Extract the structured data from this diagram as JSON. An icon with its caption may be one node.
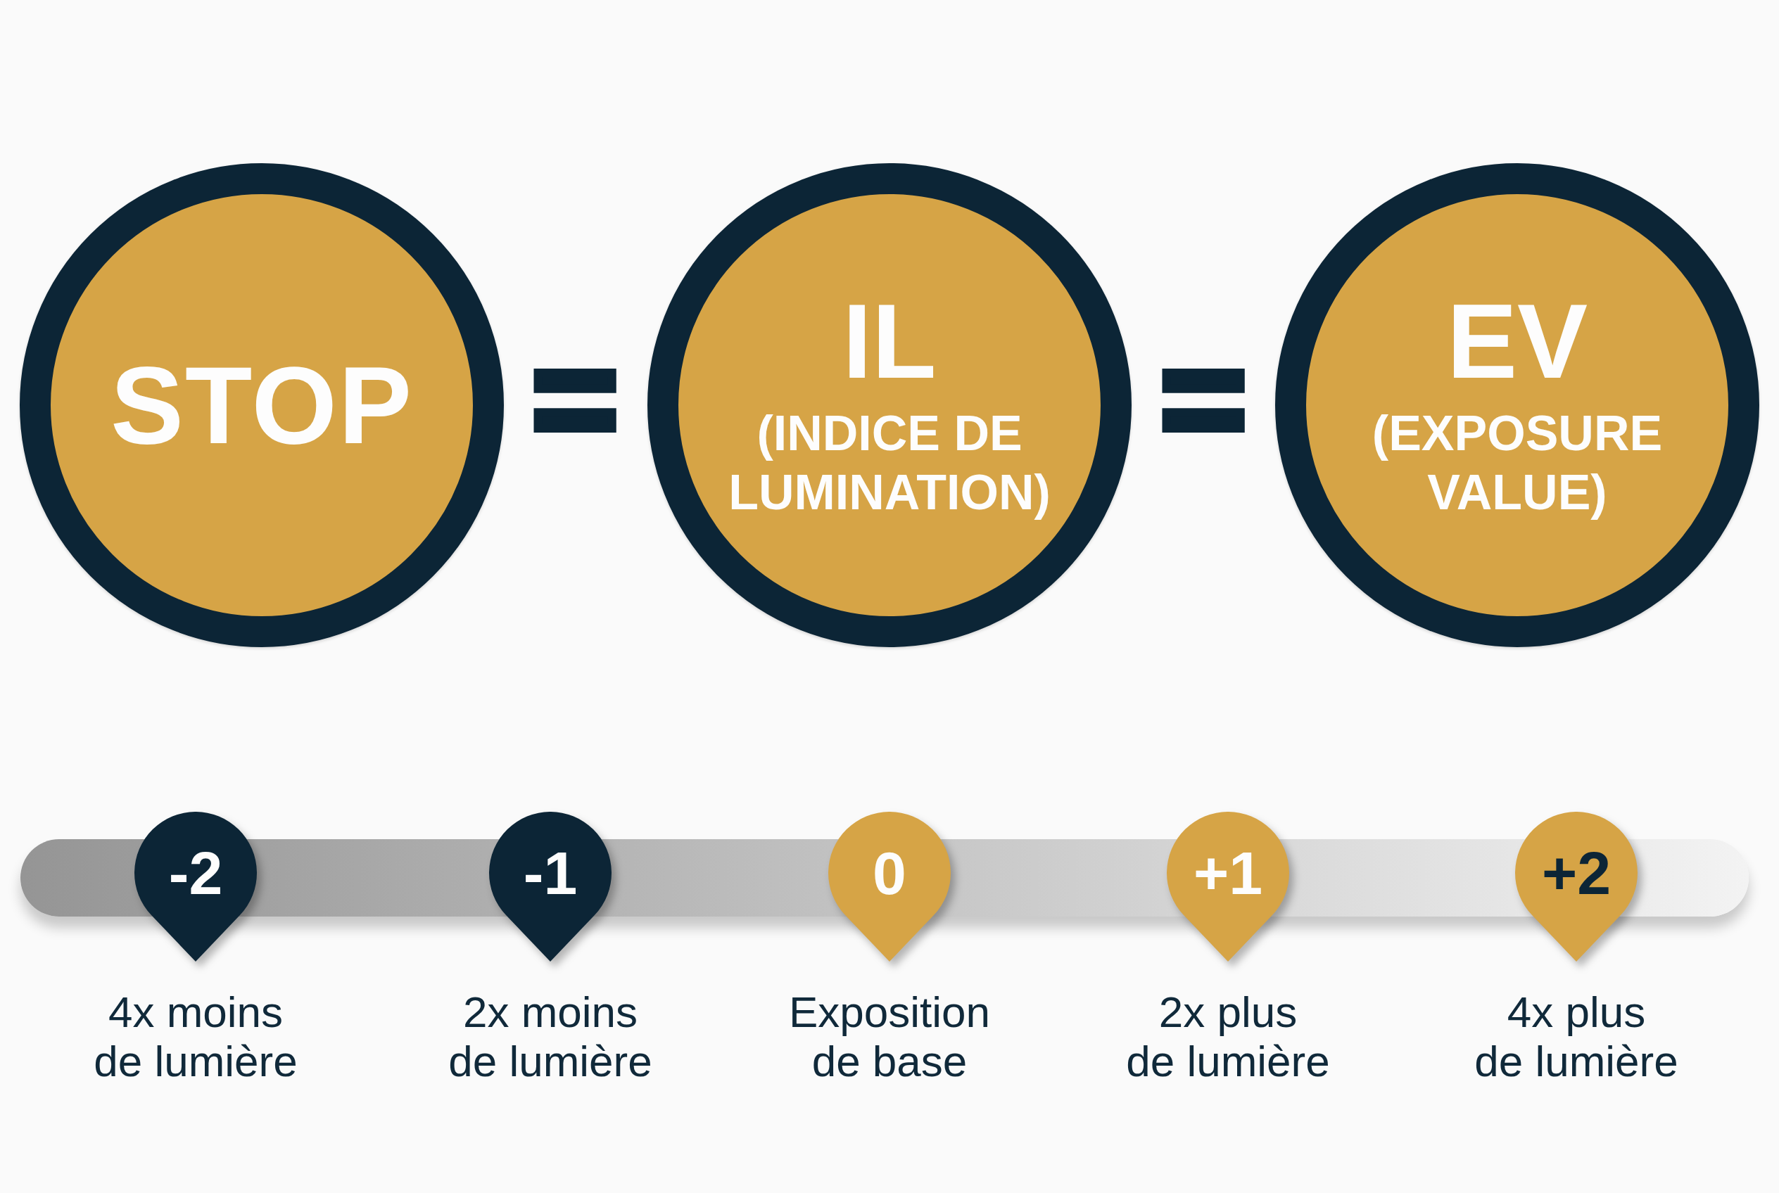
{
  "diagram": {
    "nodes": [
      {
        "text": [
          "STOP"
        ]
      },
      {
        "text": [
          "IL",
          "(INDICE DE LUMINATION)"
        ]
      },
      {
        "text": [
          "EV",
          "(EXPOSURE VALUE)"
        ]
      },
      {
        "text": [
          "-2"
        ],
        "beside": [
          "4x moins de lumière"
        ]
      },
      {
        "text": [
          "-1"
        ],
        "beside": [
          "2x moins de lumière"
        ]
      },
      {
        "text": [
          "0"
        ],
        "beside": [
          "Exposition de base"
        ]
      },
      {
        "text": [
          "+1"
        ],
        "beside": [
          "2x plus de lumière"
        ]
      },
      {
        "text": [
          "+2"
        ],
        "beside": [
          "4x plus de lumière"
        ]
      }
    ],
    "labels": [
      "=",
      "="
    ]
  }
}
